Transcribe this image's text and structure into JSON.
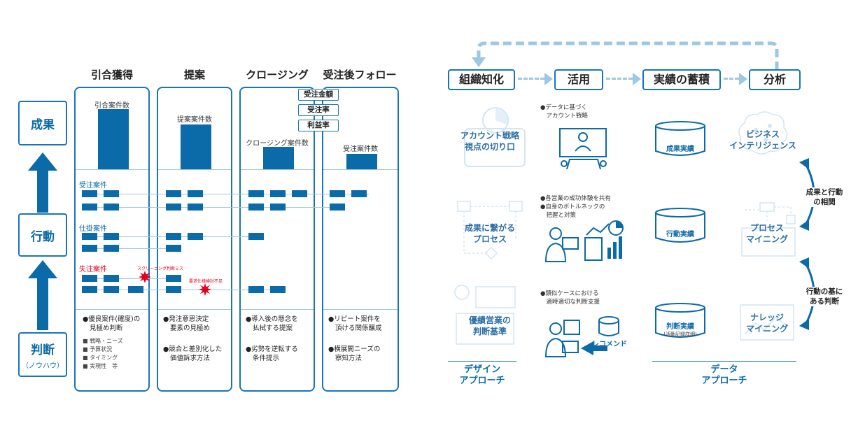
{
  "left_stack": {
    "result": "成果",
    "action": "行動",
    "judgment": "判断",
    "judgment_sub": "（ノウハウ）"
  },
  "phases": {
    "titles": [
      "引合獲得",
      "提案",
      "クロージング",
      "受注後フォロー"
    ],
    "metrics": [
      "引合案件数",
      "提案案件数",
      "クロージング案件数",
      "受注案件数"
    ],
    "kpi": [
      "受注金額",
      "受注率",
      "利益率"
    ]
  },
  "rows": {
    "won": "受注案件",
    "in_progress": "仕掛案件",
    "lost": "失注案件"
  },
  "issues": {
    "screening": "スクリーニング判断ミス",
    "requirements": "要求仕様検討不足"
  },
  "notes": {
    "col1_main": [
      "●優良案件(確度)の",
      "見極め判断"
    ],
    "col1_sub": [
      "■ 戦略・ニーズ",
      "■ 予算状況",
      "■ タイミング",
      "■ 実現性　等"
    ],
    "col2_a": [
      "●発注意思決定",
      "要素の見極め"
    ],
    "col2_b": [
      "●競合と差別化した",
      "価値訴求方法"
    ],
    "col3_a": [
      "●導入後の懸念を",
      "払拭する提案"
    ],
    "col3_b": [
      "●劣勢を逆転する",
      "条件提示"
    ],
    "col4_a": [
      "●リピート案件を",
      "頂ける関係醸成"
    ],
    "col4_b": [
      "●横展開ニーズの",
      "察知方法"
    ]
  },
  "flow": {
    "steps": [
      "組織知化",
      "活用",
      "実績の蓄積",
      "分析"
    ]
  },
  "design": {
    "account": [
      "アカウント戦略",
      "視点の切り口"
    ],
    "process": [
      "成果に繋がる",
      "プロセス"
    ],
    "criteria": [
      "優績営業の",
      "判断基準"
    ],
    "section": [
      "デザイン",
      "アプローチ"
    ]
  },
  "use": {
    "bullets1": [
      "●データに基づく",
      "　アカウント戦略"
    ],
    "bullets2": [
      "●各営業の成功体験を共有",
      "●自身のボトルネックの",
      "　把握と対策"
    ],
    "bullets3": [
      "●類似ケースにおける",
      "　適時適切な判断支援"
    ],
    "recommend": "レコメンド"
  },
  "records": {
    "result": "成果実績",
    "action": "行動実績",
    "judgment": "判断実績",
    "judgment_sub": "(活動記録詳細)"
  },
  "analysis": {
    "bi": [
      "ビジネス",
      "インテリジェンス"
    ],
    "pm": [
      "プロセス",
      "マイニング"
    ],
    "km": [
      "ナレッジ",
      "マイニング"
    ],
    "corr1": [
      "成果と行動",
      "の相関"
    ],
    "corr2": [
      "行動の基に",
      "ある判断"
    ],
    "section": [
      "データ",
      "アプローチ"
    ]
  },
  "colors": {
    "primary": "#0b6aa8",
    "light": "#9ec7e3",
    "alert": "#e0001b"
  }
}
